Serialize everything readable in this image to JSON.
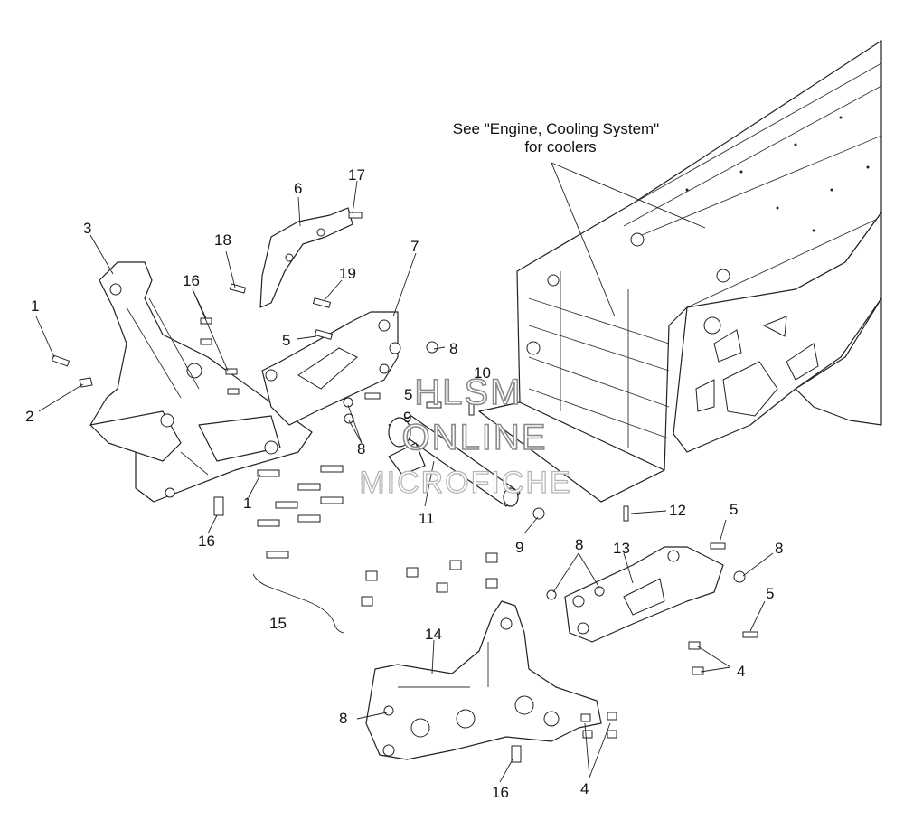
{
  "diagram": {
    "note": {
      "line1": "See \"Engine, Cooling System\"",
      "line2": "for coolers"
    },
    "watermark": {
      "line1": "HLSM",
      "line2": "ONLINE",
      "line3": "MICROFICHE"
    },
    "callouts": {
      "c1a": "1",
      "c1b": "1",
      "c2": "2",
      "c3": "3",
      "c4a": "4",
      "c4b": "4",
      "c5a": "5",
      "c5b": "5",
      "c5c": "5",
      "c5d": "5",
      "c6": "6",
      "c7": "7",
      "c8a": "8",
      "c8b": "8",
      "c8c": "8",
      "c8d": "8",
      "c8e": "8",
      "c9a": "9",
      "c9b": "9",
      "c10": "10",
      "c11": "11",
      "c12": "12",
      "c13": "13",
      "c14": "14",
      "c15": "15",
      "c16a": "16",
      "c16b": "16",
      "c16c": "16",
      "c17": "17",
      "c18": "18",
      "c19": "19"
    }
  }
}
